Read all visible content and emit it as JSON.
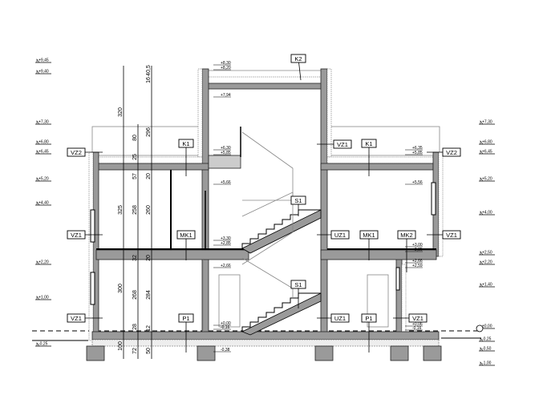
{
  "drawing": {
    "tags": [
      "K2",
      "VZ2",
      "K1",
      "VZ1",
      "K1",
      "VZ2",
      "S1",
      "VZ1",
      "MK1",
      "UZ1",
      "MK1",
      "MK2",
      "VZ1",
      "S1",
      "VZ1",
      "P1",
      "UZ1",
      "P1",
      "VZ1"
    ],
    "left_levels": [
      "+9,45",
      "+9,40",
      "+7,30",
      "+6,80",
      "+6,45",
      "+5,20",
      "+4,40",
      "+2,20",
      "+1,00",
      "-0,25"
    ],
    "right_levels": [
      "+7,30",
      "+6,80",
      "+6,45",
      "+5,20",
      "+4,00",
      "+2,50",
      "+2,20",
      "+1,40",
      "±0,00",
      "-0,25",
      "-0,50",
      "-1,00"
    ],
    "spot_levels": [
      "+8,30",
      "+8,20",
      "+7,94",
      "+6,30",
      "+5,85",
      "+5,66",
      "+6,35",
      "+5,85",
      "+5,56",
      "+3,30",
      "+2,85",
      "+2,66",
      "+3,00",
      "+2,85",
      "+2,66",
      "+2,59",
      "+0,00",
      "-0,16",
      "-0,38",
      "+0,06",
      "-0,16"
    ],
    "dimensions": [
      "320",
      "325",
      "300",
      "100",
      "80",
      "25",
      "57",
      "258",
      "32",
      "268",
      "28",
      "72",
      "16",
      "40,5",
      "296",
      "20",
      "260",
      "20",
      "284",
      "12",
      "50"
    ]
  }
}
